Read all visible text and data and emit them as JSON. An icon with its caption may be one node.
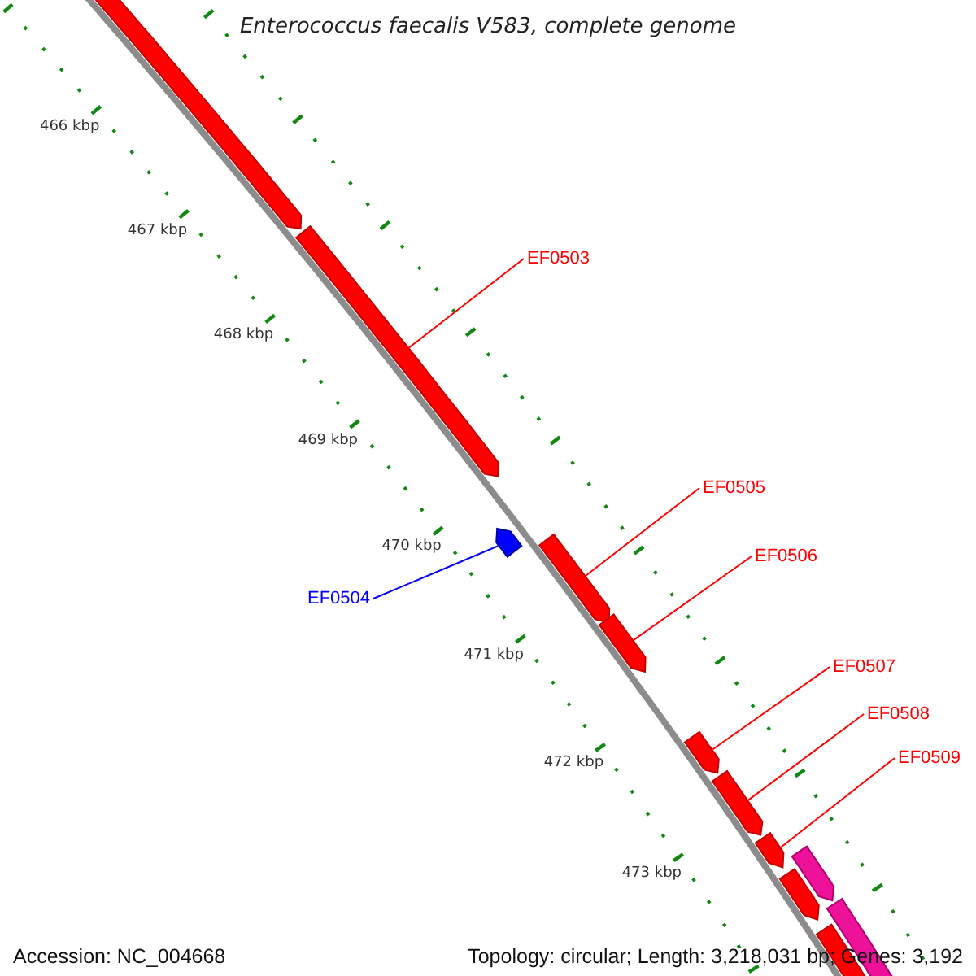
{
  "diagram": {
    "title": "Enterococcus faecalis V583, complete genome",
    "nodes": [
      {
        "text": [
          "EF0503"
        ]
      },
      {
        "text": [
          "EF0505"
        ]
      },
      {
        "text": [
          "EF0506"
        ]
      },
      {
        "text": [
          "EF0504"
        ]
      },
      {
        "text": [
          "EF0507"
        ]
      },
      {
        "text": [
          "EF0508"
        ]
      },
      {
        "text": [
          "EF0509"
        ]
      },
      {
        "text": [],
        "shape": "arrow"
      },
      {
        "text": [],
        "shape": "arrow"
      },
      {
        "text": [],
        "shape": "arrow"
      },
      {
        "text": [],
        "shape": "arrow"
      },
      {
        "text": [],
        "shape": "arrow"
      },
      {
        "text": [],
        "shape": "arrow"
      },
      {
        "text": [],
        "shape": "arrow"
      },
      {
        "text": [],
        "shape": "arrow"
      },
      {
        "text": [],
        "shape": "arrow"
      },
      {
        "text": [],
        "shape": "arrow"
      },
      {
        "text": [],
        "shape": "arrow"
      },
      {
        "text": [],
        "shape": "arrow"
      }
    ],
    "edges": [
      {
        "from": 0,
        "to": 8,
        "arrow": "none"
      },
      {
        "from": 1,
        "to": 10,
        "arrow": "none"
      },
      {
        "from": 2,
        "to": 11,
        "arrow": "none"
      },
      {
        "from": 3,
        "to": 9,
        "arrow": "none",
        "color": "#0000ff"
      },
      {
        "from": 4,
        "to": 12,
        "arrow": "none"
      },
      {
        "from": 5,
        "to": 13,
        "arrow": "none"
      },
      {
        "from": 6,
        "to": 14,
        "arrow": "none"
      }
    ],
    "labels": [
      "466 kbp",
      "467 kbp",
      "468 kbp",
      "469 kbp",
      "470 kbp",
      "471 kbp",
      "472 kbp",
      "473 kbp",
      "Accession: NC_004668",
      "Topology: circular; Length: 3,218,031 bp; Genes: 3,192"
    ]
  }
}
